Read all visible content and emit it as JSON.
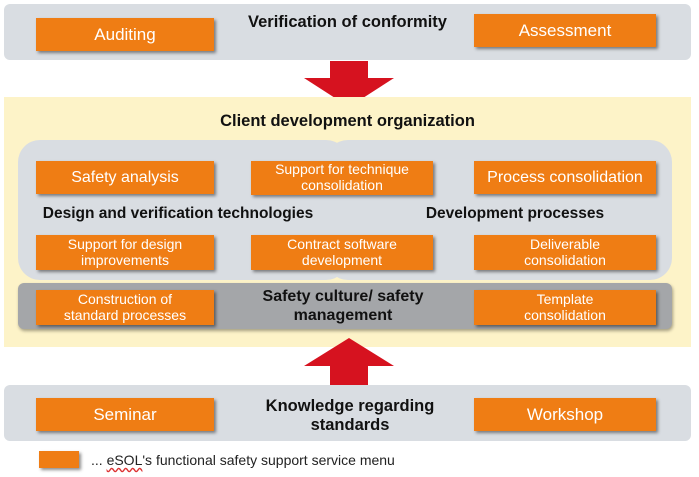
{
  "top": {
    "title": "Verification of conformity",
    "left": "Auditing",
    "right": "Assessment"
  },
  "client": {
    "title": "Client development organization",
    "design": {
      "title": "Design and verification technologies",
      "safety_analysis": "Safety analysis",
      "support_technique": "Support for technique consolidation",
      "support_design": "Support for design improvements",
      "contract_software": "Contract software development"
    },
    "dev": {
      "title": "Development processes",
      "process_consolidation": "Process consolidation",
      "deliverable": "Deliverable consolidation"
    },
    "culture": {
      "title": "Safety culture/ safety management",
      "construction": "Construction of standard processes",
      "template": "Template consolidation"
    }
  },
  "bottom": {
    "title": "Knowledge regarding standards",
    "left": "Seminar",
    "right": "Workshop"
  },
  "legend": {
    "prefix": "... ",
    "brand": "eSOL",
    "suffix": "'s functional safety support service menu"
  },
  "colors": {
    "orange": "#ef7d14",
    "arrow": "#d6121f",
    "cream": "#fdf3c8",
    "gray": "#d9dde2",
    "dark_gray": "#a4a6a9"
  }
}
